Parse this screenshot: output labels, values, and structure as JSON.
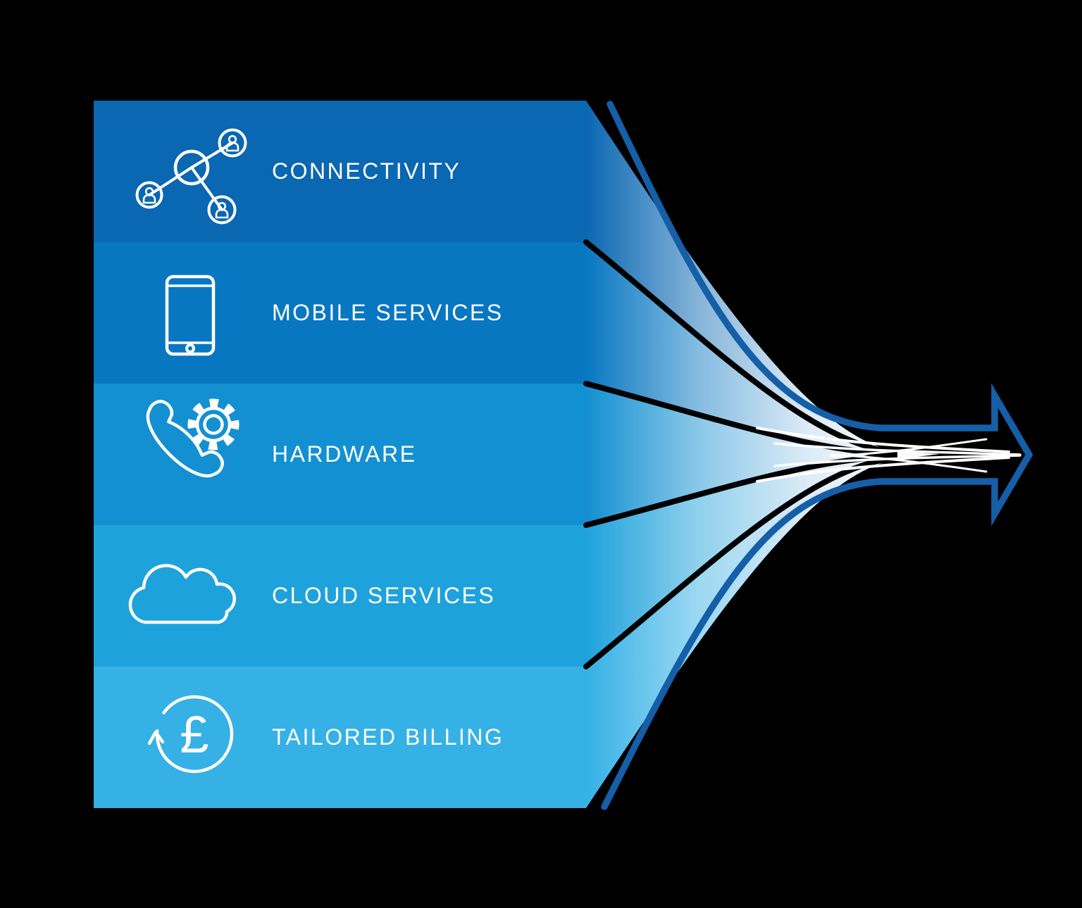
{
  "diagram": {
    "background_color": "#000000",
    "bands": [
      {
        "label": "CONNECTIVITY",
        "icon": "network-people-icon",
        "color": "#0a67b2"
      },
      {
        "label": "MOBILE SERVICES",
        "icon": "smartphone-icon",
        "color": "#0877c2"
      },
      {
        "label": "HARDWARE",
        "icon": "phone-gear-icon",
        "color": "#1390d2"
      },
      {
        "label": "CLOUD SERVICES",
        "icon": "cloud-icon",
        "color": "#1ea2dc"
      },
      {
        "label": "TAILORED BILLING",
        "icon": "pound-refresh-icon",
        "color": "#35b1e6"
      }
    ],
    "pound_symbol": "£",
    "arrow": {
      "outline_color": "#155fa8",
      "streak_color": "#ffffff"
    }
  }
}
